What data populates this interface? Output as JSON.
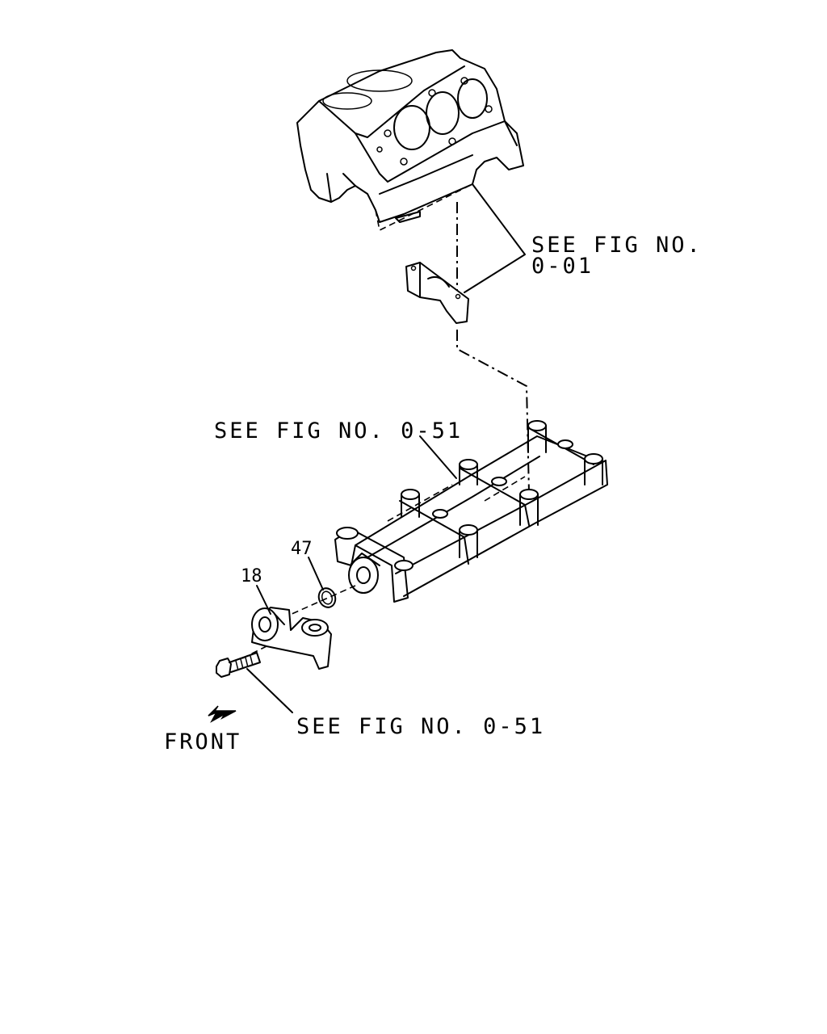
{
  "labels": {
    "ref_block": "SEE FIG NO.",
    "ref_block_num": "0-01",
    "ref_crossmember": "SEE FIG NO. 0-51",
    "ref_bolt": "SEE FIG NO. 0-51",
    "front": "FRONT"
  },
  "callouts": {
    "part_18": "18",
    "part_47": "47"
  }
}
